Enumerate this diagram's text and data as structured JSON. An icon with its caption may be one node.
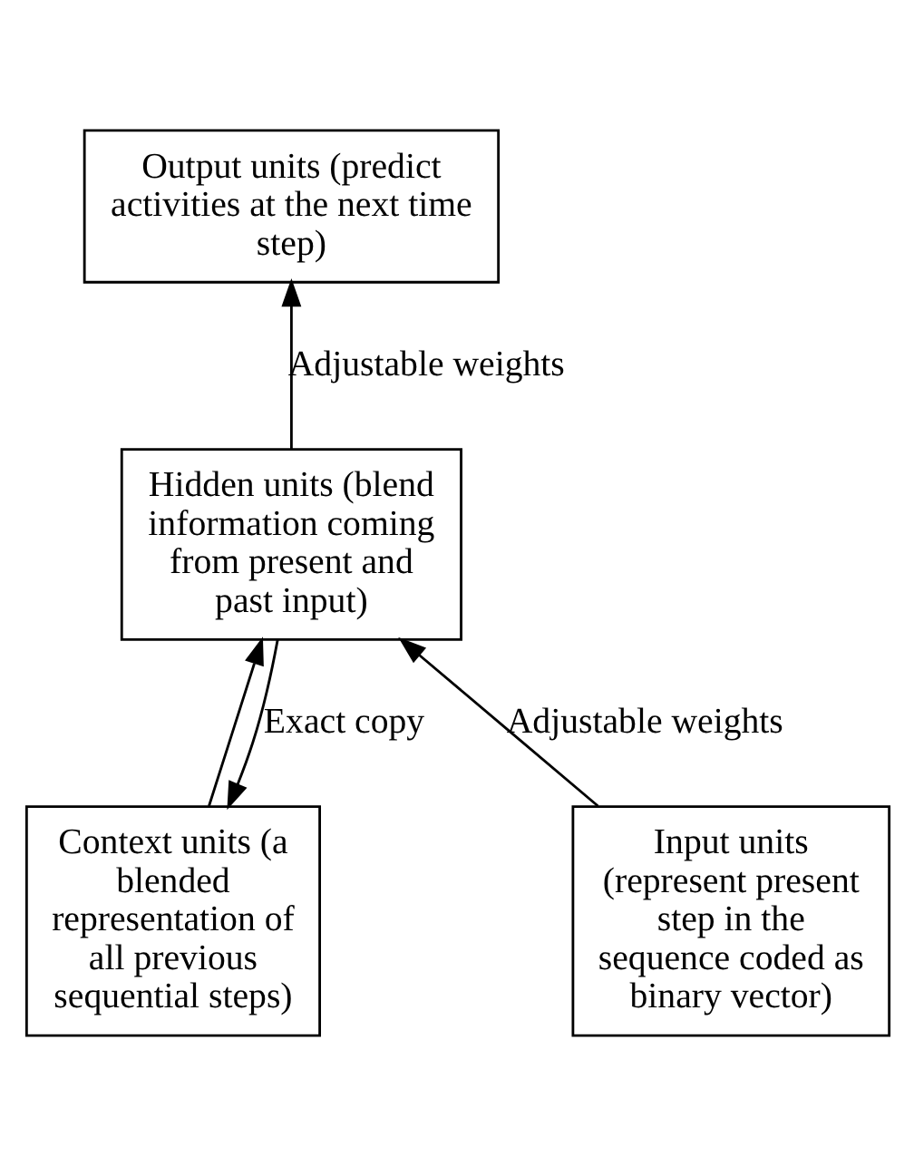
{
  "diagram": {
    "nodes": [
      {
        "text": [
          "Output units (predict activities at the next time step)"
        ]
      },
      {
        "text": [
          "Hidden units (blend information coming from present and past input)"
        ]
      },
      {
        "text": [
          "Input units (represent present step in the sequence coded as binary vector)"
        ]
      },
      {
        "text": [
          "Context units (a blended representation of all previous sequential steps)"
        ]
      }
    ],
    "edges": [
      {
        "from": 1,
        "to": 0,
        "arrow": "to",
        "label": "Adjustable weights"
      },
      {
        "from": 2,
        "to": 1,
        "arrow": "to",
        "label": "Adjustable weights"
      },
      {
        "from": 3,
        "to": 1,
        "arrow": "to"
      },
      {
        "from": 1,
        "to": 3,
        "arrow": "to",
        "label": "Exact copy"
      }
    ]
  }
}
